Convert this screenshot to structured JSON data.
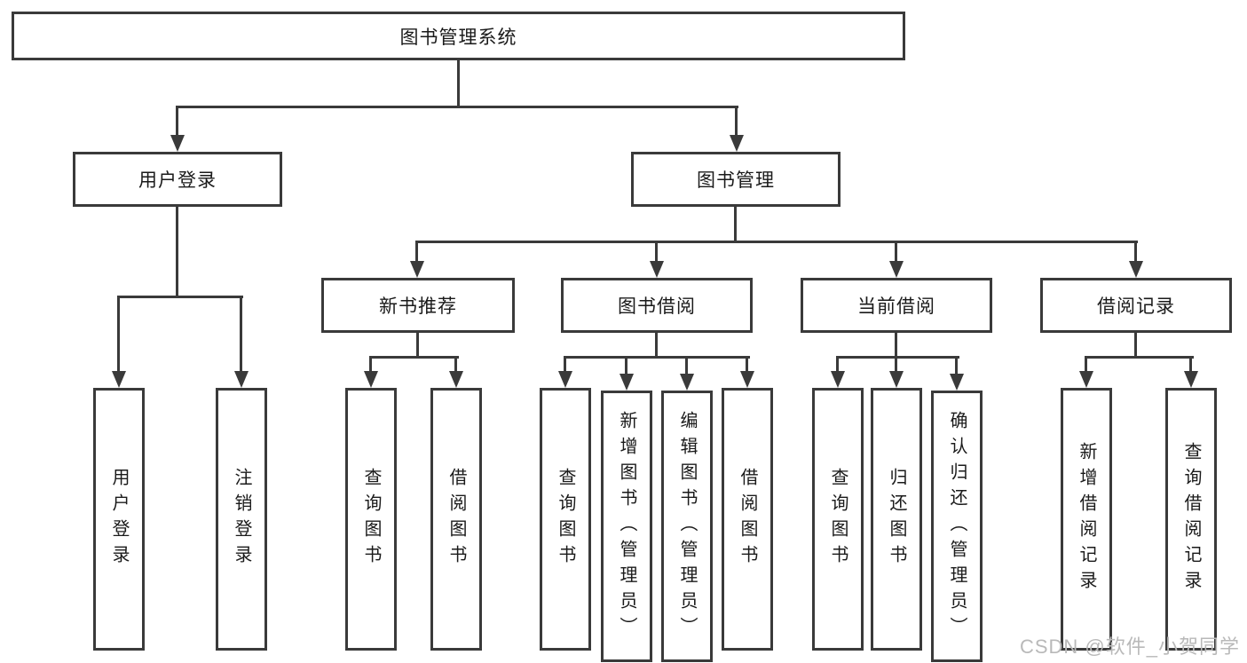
{
  "colors": {
    "line": "#3a3a3a",
    "box_border": "#3a3a3a",
    "box_fill": "#ffffff",
    "text": "#1a1a1a",
    "background": "#ffffff",
    "watermark": "#b9b9b9"
  },
  "watermark": {
    "text": "CSDN @软件_小贺同学"
  },
  "tree": {
    "root": {
      "label": "图书管理系统"
    },
    "branches": [
      {
        "label": "用户登录",
        "children": [
          {
            "label": "用户登录"
          },
          {
            "label": "注销登录"
          }
        ]
      },
      {
        "label": "图书管理",
        "children": [
          {
            "label": "新书推荐",
            "children": [
              {
                "label": "查询图书"
              },
              {
                "label": "借阅图书"
              }
            ]
          },
          {
            "label": "图书借阅",
            "children": [
              {
                "label": "查询图书"
              },
              {
                "label": "新增图书（管理员）"
              },
              {
                "label": "编辑图书（管理员）"
              },
              {
                "label": "借阅图书"
              }
            ]
          },
          {
            "label": "当前借阅",
            "children": [
              {
                "label": "查询图书"
              },
              {
                "label": "归还图书"
              },
              {
                "label": "确认归还（管理员）"
              }
            ]
          },
          {
            "label": "借阅记录",
            "children": [
              {
                "label": "新增借阅记录"
              },
              {
                "label": "查询借阅记录"
              }
            ]
          }
        ]
      }
    ]
  }
}
